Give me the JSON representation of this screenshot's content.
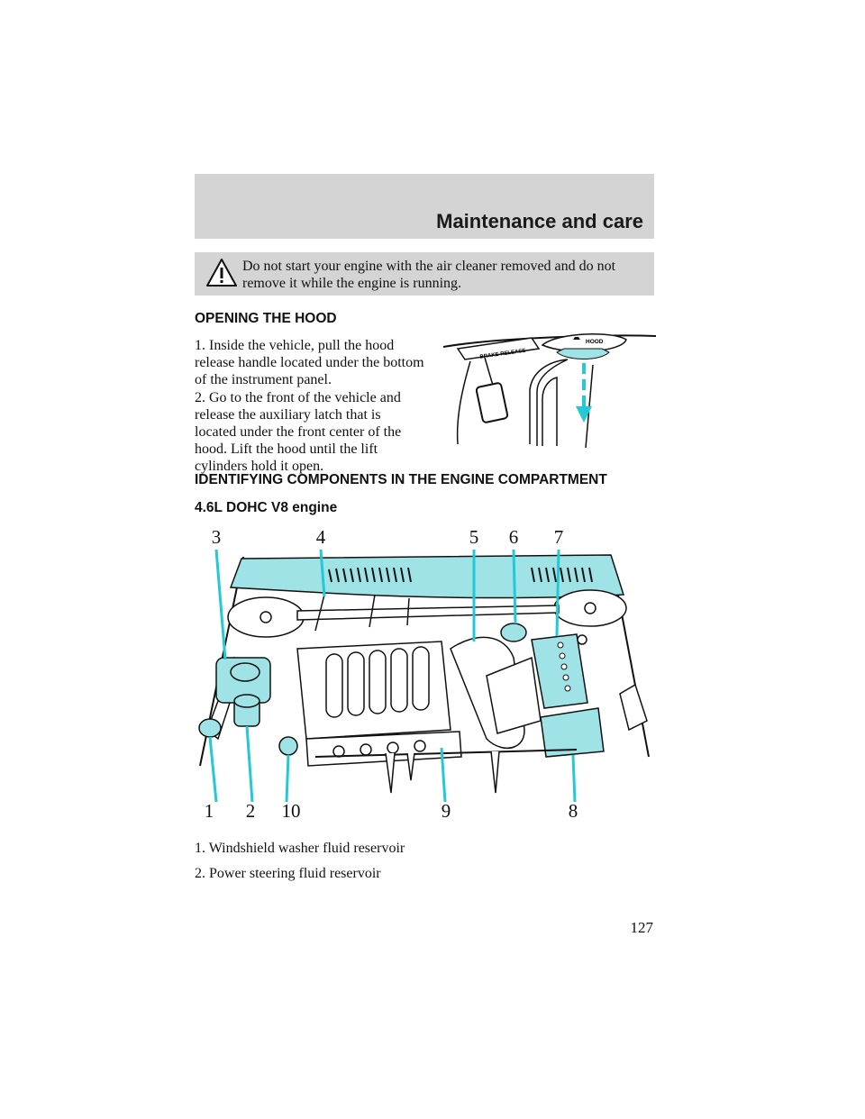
{
  "header": {
    "section_title": "Maintenance and care"
  },
  "warning": {
    "text": "Do not start your engine with the air cleaner removed and do not remove it while the engine is running."
  },
  "opening_hood": {
    "heading": "OPENING THE HOOD",
    "step1": "1. Inside the vehicle, pull the hood release handle located under the bottom of the instrument panel.",
    "step2": "2. Go to the front of the vehicle and release the auxiliary latch that is located under the front center of the hood. Lift the hood until the lift cylinders hold it open."
  },
  "hood_illustration": {
    "brake_label": "BRAKE RELEASE",
    "hood_label": "HOOD"
  },
  "components": {
    "heading": "IDENTIFYING COMPONENTS IN THE ENGINE COMPARTMENT",
    "engine_heading": "4.6L DOHC V8 engine",
    "callouts_top": [
      "3",
      "4",
      "5",
      "6",
      "7"
    ],
    "callouts_bottom": [
      "1",
      "2",
      "10",
      "9",
      "8"
    ],
    "legend": [
      "1. Windshield washer fluid reservoir",
      "2. Power steering fluid reservoir"
    ]
  },
  "page_number": "127",
  "colors": {
    "highlight": "#9fe3e6",
    "callout_line": "#23c9d4",
    "band": "#d4d4d4"
  }
}
